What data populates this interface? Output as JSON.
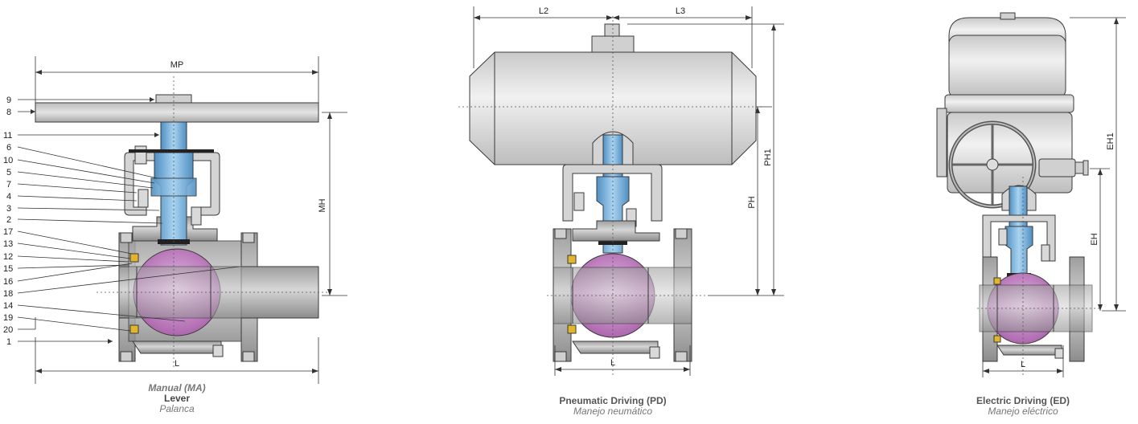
{
  "callouts": [
    "9",
    "8",
    "11",
    "6",
    "10",
    "5",
    "7",
    "4",
    "3",
    "2",
    "17",
    "13",
    "12",
    "15",
    "16",
    "18",
    "14",
    "19",
    "20",
    "1"
  ],
  "dimensions": {
    "mp": "MP",
    "mh": "MH",
    "l_manual": "L",
    "l2": "L2",
    "l3": "L3",
    "ph1": "PH1",
    "ph": "PH",
    "l_pneumatic": "L",
    "eh1": "EH1",
    "eh": "EH",
    "l_electric": "L"
  },
  "captions": {
    "manual": {
      "title": "Manual (MA)",
      "english": "Lever",
      "spanish": "Palanca"
    },
    "pneumatic": {
      "title": "Pneumatic Driving (PD)",
      "spanish": "Manejo neumático"
    },
    "electric": {
      "title": "Electric Driving (ED)",
      "spanish": "Manejo eléctrico"
    }
  },
  "colors": {
    "body": "#bdbdbd",
    "body_dark": "#8a8a8a",
    "stem": "#7fb4dd",
    "ball": "#c68fc6",
    "seal": "#e3b52a",
    "outline": "#3a3a3a"
  }
}
